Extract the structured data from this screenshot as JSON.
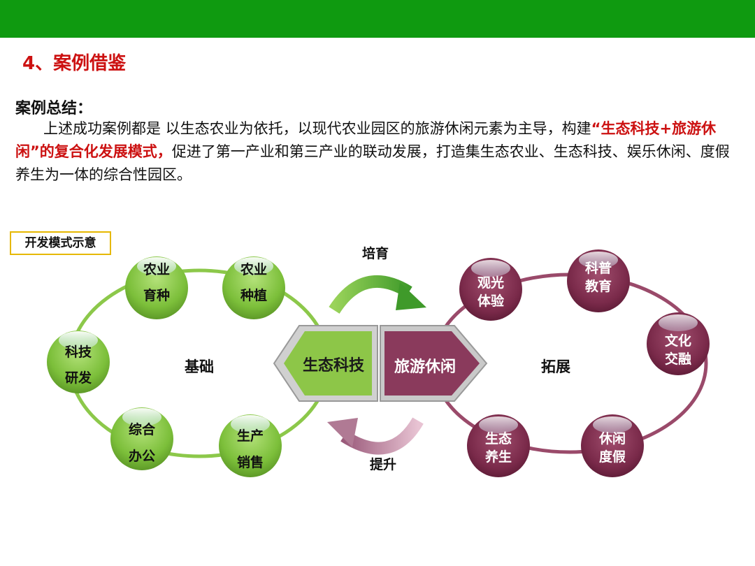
{
  "section_title": "4、案例借鉴",
  "summary_label": "案例总结：",
  "paragraph": {
    "part1": "上述成功案例都是 以生态农业为依托，以现代农业园区的旅游休闲元素为主导，构建",
    "highlight": "“生态科技+旅游休闲”的复合化发展模式，",
    "part2": "促进了第一产业和第三产业的联动发展，打造集生态农业、生态科技、娱乐休闲、度假养生为一体的综合性园区。"
  },
  "mode_label": "开发模式示意",
  "diagram": {
    "left_center": "基础",
    "right_center": "拓展",
    "core_left": "生态科技",
    "core_right": "旅游休闲",
    "arrow_top": "培育",
    "arrow_bottom": "提升",
    "left_nodes": [
      {
        "line1": "农业",
        "line2": "育种"
      },
      {
        "line1": "农业",
        "line2": "种植"
      },
      {
        "line1": "科技",
        "line2": "研发"
      },
      {
        "line1": "综合",
        "line2": "办公"
      },
      {
        "line1": "生产",
        "line2": "销售"
      }
    ],
    "right_nodes": [
      {
        "line1": "观光",
        "line2": "体验"
      },
      {
        "line1": "科普",
        "line2": "教育"
      },
      {
        "line1": "文化",
        "line2": "交融"
      },
      {
        "line1": "生态",
        "line2": "养生"
      },
      {
        "line1": "休闲",
        "line2": "度假"
      }
    ]
  },
  "colors": {
    "top_bar": "#0f9a10",
    "title_red": "#cc1111",
    "green_node": "#86c640",
    "maroon_node": "#7a2a4a",
    "box_border": "#e6b800"
  }
}
